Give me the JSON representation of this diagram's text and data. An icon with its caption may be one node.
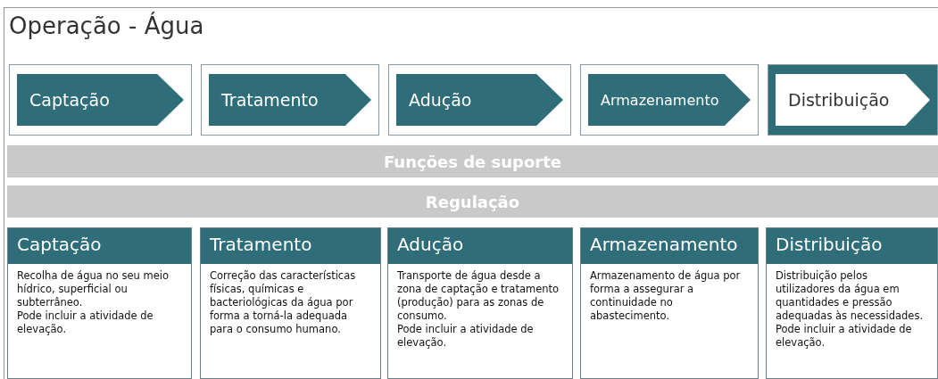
{
  "diagram": {
    "title": "Operação - Água",
    "nodes": [
      {
        "text": [],
        "shape": "box"
      },
      {
        "text": [
          "Captação"
        ],
        "in": 0
      },
      {
        "text": [],
        "shape": "box"
      },
      {
        "text": [
          "Tratamento"
        ],
        "in": 2
      },
      {
        "text": [],
        "shape": "box"
      },
      {
        "text": [
          "Adução"
        ],
        "in": 4
      },
      {
        "text": [],
        "shape": "box"
      },
      {
        "text": [
          "Armazenamento"
        ],
        "in": 6
      },
      {
        "text": [],
        "shape": "box"
      },
      {
        "text": [
          "Distribuição"
        ],
        "in": 8
      },
      {
        "text": [
          "Funções de suporte"
        ]
      },
      {
        "text": [
          "Regulação"
        ]
      },
      {
        "text": [
          "Captação",
          "Recolha de água no seu meio hídrico, superficial ou subterrâneo.",
          "Pode incluir a atividade de elevação."
        ]
      },
      {
        "text": [
          "Tratamento",
          "Correção das características físicas, químicas e bacteriológicas da água por forma a torná-la adequada para o consumo humano."
        ]
      },
      {
        "text": [
          "Adução",
          "Transporte de água desde a zona de captação e tratamento (produção) para as zonas de consumo.",
          "Pode incluir a atividade de elevação."
        ]
      },
      {
        "text": [
          "Armazenamento",
          "Armazenamento de água por forma a assegurar a continuidade no abastecimento."
        ]
      },
      {
        "text": [
          "Distribuição",
          "Distribuição pelos utilizadores da água em quantidades e pressão adequadas às necessidades. Pode incluir a atividade de elevação."
        ]
      }
    ]
  }
}
